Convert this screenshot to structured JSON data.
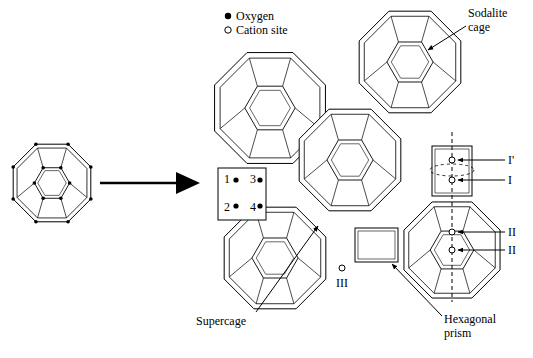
{
  "diagram": {
    "labels": [
      "Sodalite cage",
      "Supercage",
      "Hexagonal prism",
      "1",
      "2",
      "3",
      "4",
      "III",
      "I'",
      "I",
      "II",
      "II"
    ],
    "legend": [
      {
        "text": "Oxygen"
      },
      {
        "text": "Cation site"
      }
    ]
  }
}
